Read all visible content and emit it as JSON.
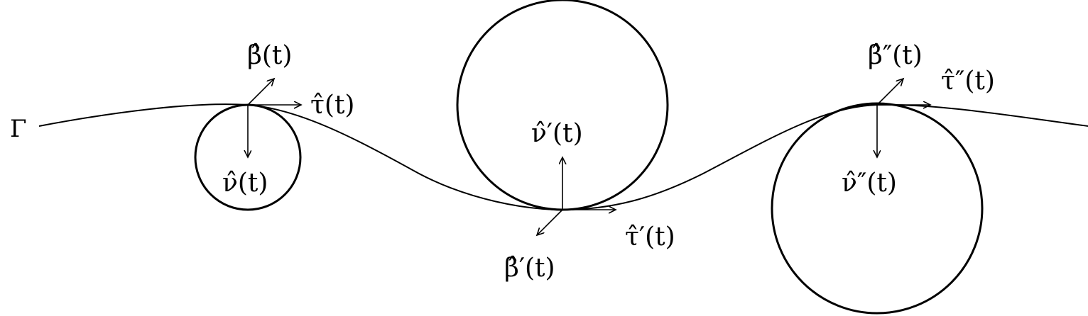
{
  "curve": {
    "label": "Γ"
  },
  "points": [
    {
      "id": "p0",
      "tangent_label": "τ̂(t)",
      "normal_label": "ν̂(t)",
      "binormal_label": "β̂(t)"
    },
    {
      "id": "p1",
      "tangent_label": "τ̂′(t)",
      "normal_label": "ν̂′(t)",
      "binormal_label": "β̂′(t)"
    },
    {
      "id": "p2",
      "tangent_label": "τ̂″(t)",
      "normal_label": "ν̂″(t)",
      "binormal_label": "β̂″(t)"
    }
  ],
  "colors": {
    "stroke": "#000000",
    "background": "#ffffff"
  }
}
